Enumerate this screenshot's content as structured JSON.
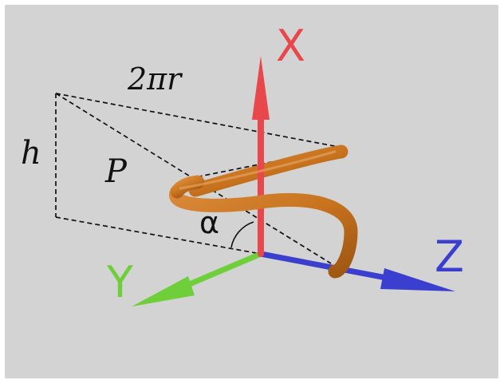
{
  "labels": {
    "circumference": "2πr",
    "height": "h",
    "pitch_length": "P",
    "angle": "α",
    "axis_x": "X",
    "axis_y": "Y",
    "axis_z": "Z"
  },
  "colors": {
    "background": "#d3d3d3",
    "axis_x": "#e8474b",
    "axis_y": "#6fcf3a",
    "axis_z": "#3a3fcf",
    "helix": "#c8731e",
    "dashed": "#111111"
  }
}
